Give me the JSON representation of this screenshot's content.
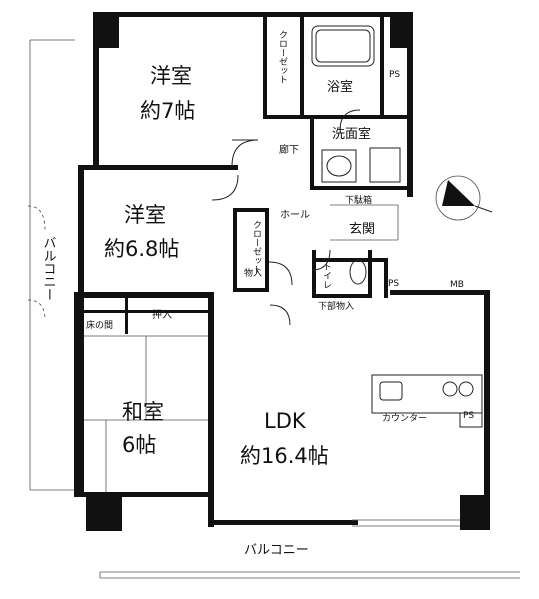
{
  "rooms": {
    "western1": {
      "name": "洋室",
      "size": "約7帖"
    },
    "western2": {
      "name": "洋室",
      "size": "約6.8帖"
    },
    "japanese": {
      "name": "和室",
      "size": "6帖"
    },
    "ldk": {
      "name": "LDK",
      "size": "約16.4帖"
    }
  },
  "small_labels": {
    "closet1": "クローゼット",
    "closet2": "クローゼット",
    "bath": "浴室",
    "ps1": "PS",
    "ps2": "PS",
    "ps3": "PS",
    "washroom": "洗面室",
    "corridor": "廊下",
    "shoe_box": "下駄箱",
    "hall": "ホール",
    "entrance": "玄関",
    "storage1": "物入",
    "toilet": "トイレ",
    "under_storage": "下部物入",
    "mb": "MB",
    "tokonoma": "床の間",
    "oshiire": "押入",
    "counter": "カウンター"
  },
  "balconies": {
    "left": "バルコニー",
    "bottom": "バルコニー"
  }
}
